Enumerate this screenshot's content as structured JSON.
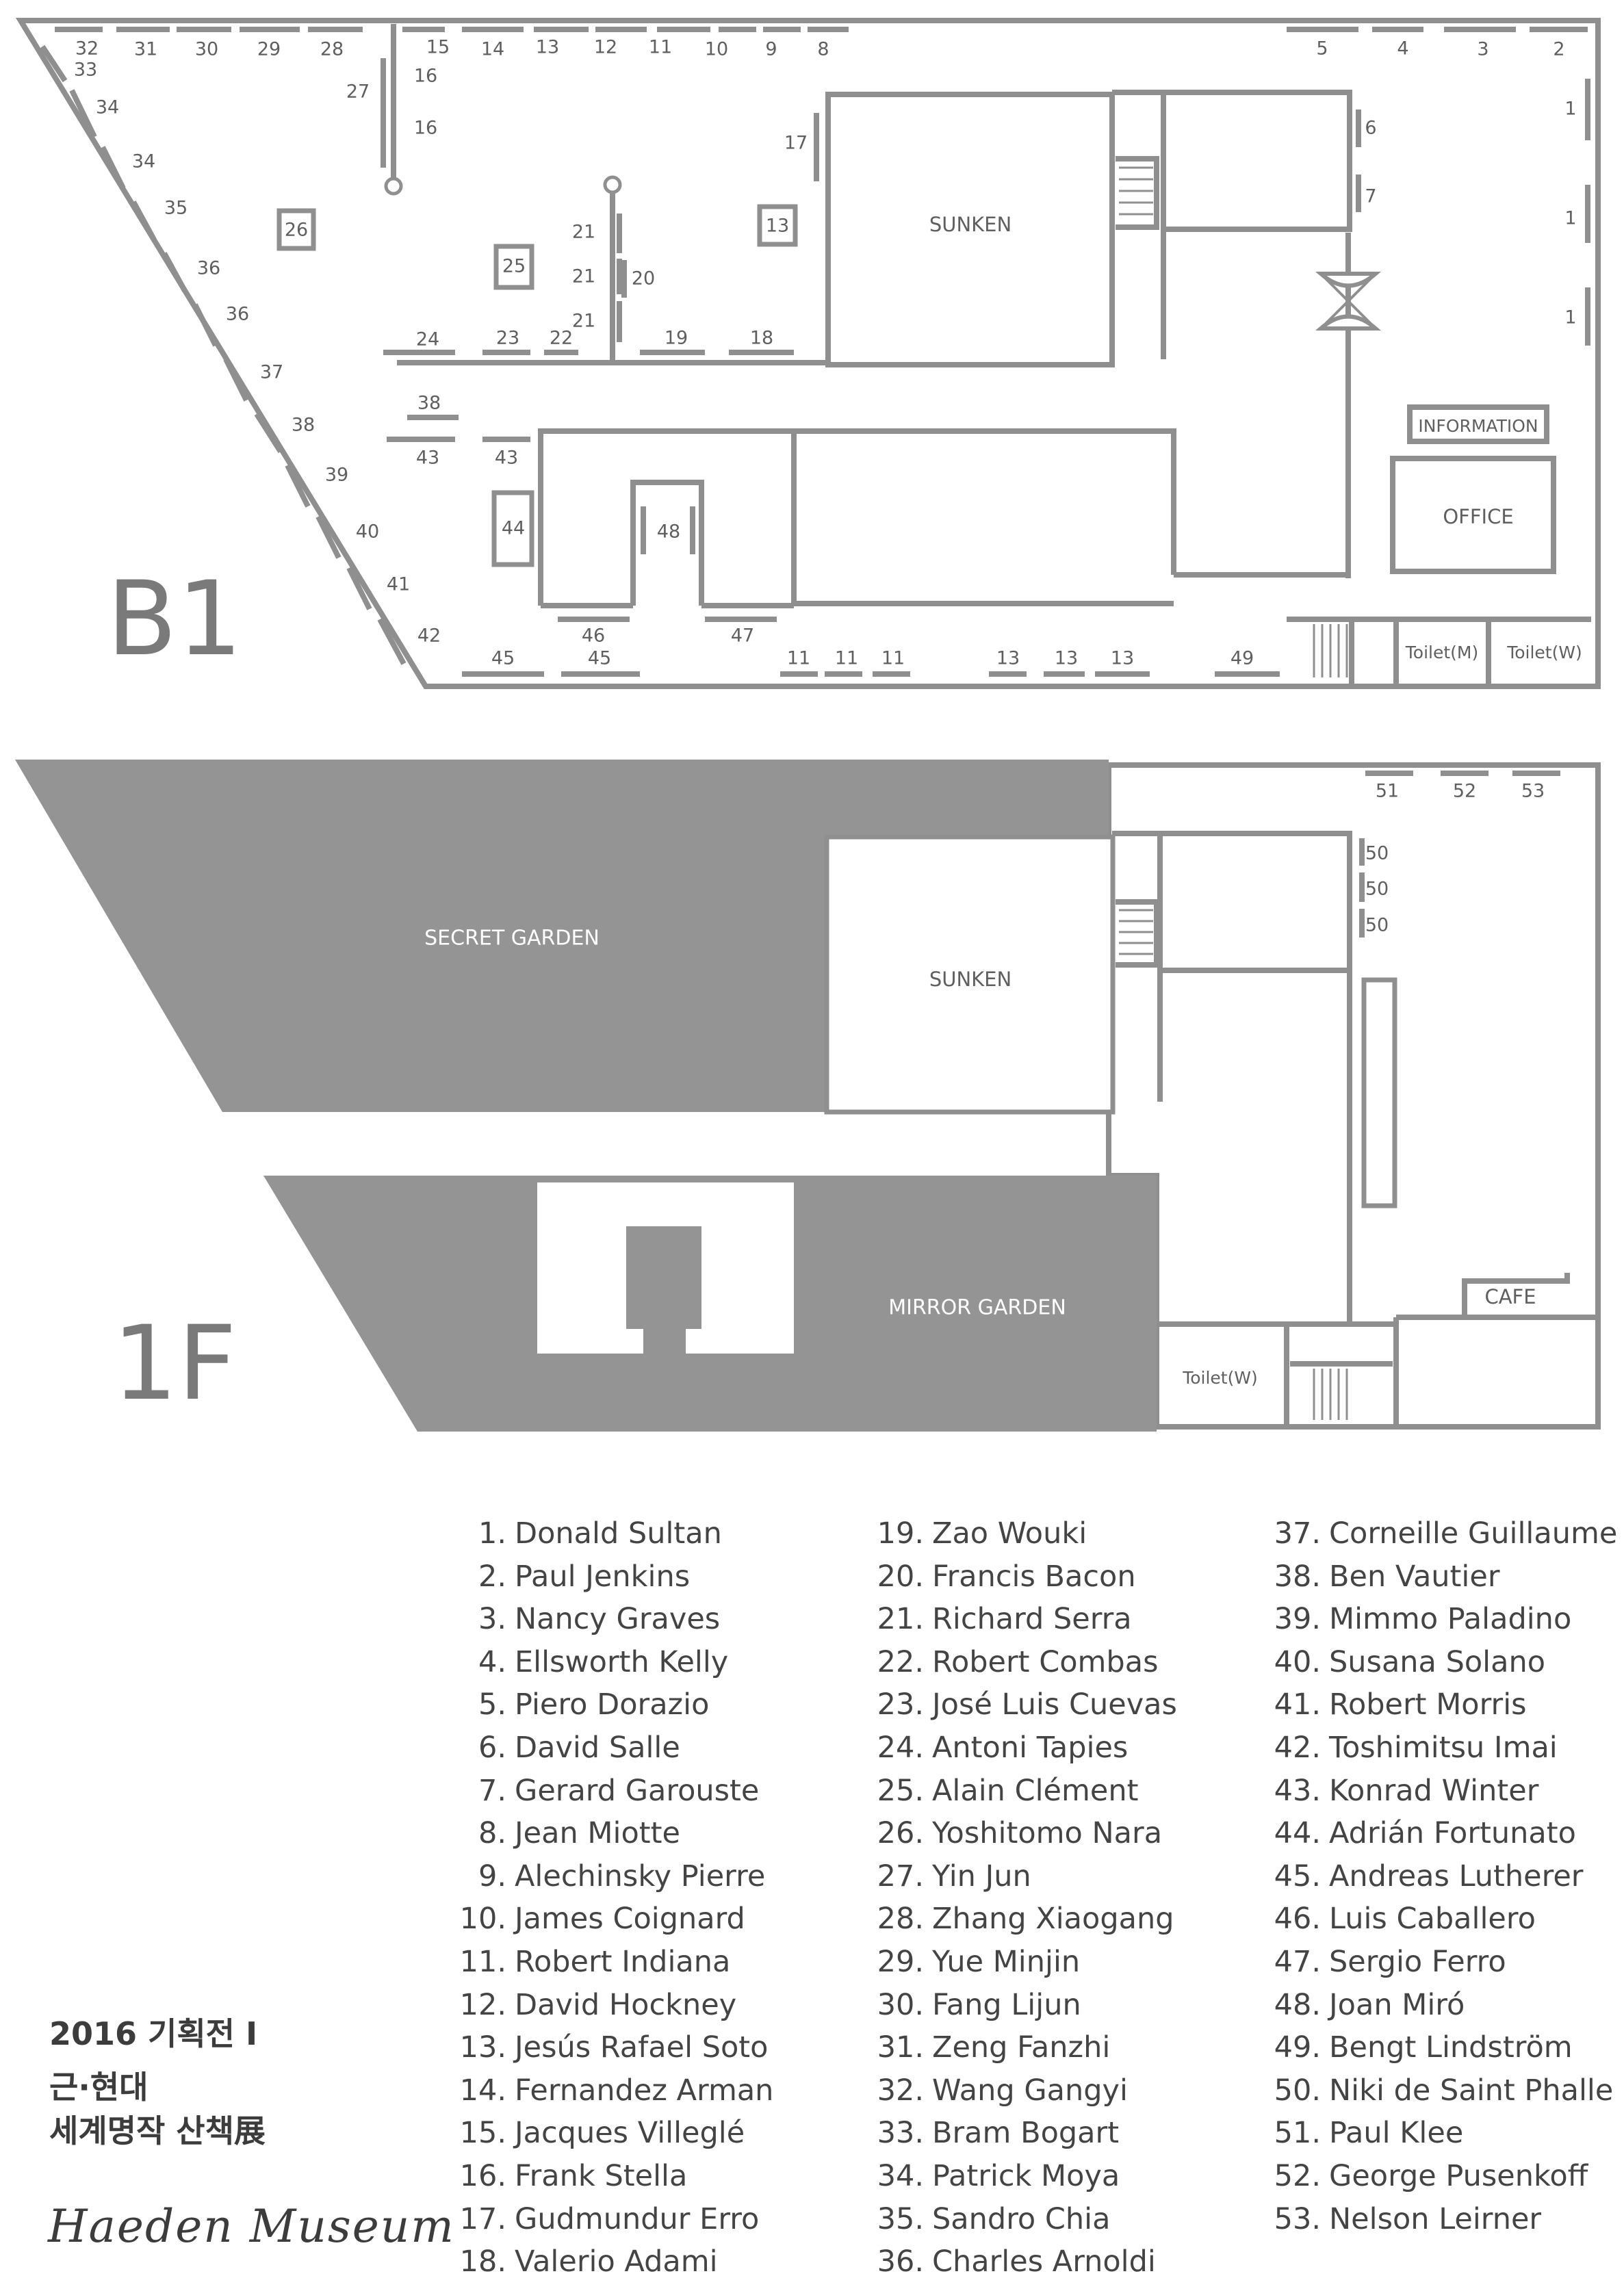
{
  "floors": {
    "b1": {
      "label": "B1",
      "rooms": {
        "sunken": "SUNKEN",
        "information": "INFORMATION",
        "office": "OFFICE",
        "toilet_m": "Toilet(M)",
        "toilet_w": "Toilet(W)"
      },
      "markers": [
        "32",
        "33",
        "31",
        "30",
        "29",
        "28",
        "27",
        "15",
        "14",
        "13",
        "12",
        "11",
        "10",
        "9",
        "8",
        "5",
        "4",
        "3",
        "2",
        "1",
        "1",
        "1",
        "16",
        "16",
        "17",
        "6",
        "7",
        "34",
        "34",
        "35",
        "36",
        "36",
        "37",
        "38",
        "39",
        "40",
        "41",
        "42",
        "26",
        "25",
        "13",
        "21",
        "21",
        "21",
        "20",
        "24",
        "23",
        "22",
        "19",
        "18",
        "38",
        "43",
        "43",
        "44",
        "48",
        "46",
        "47",
        "45",
        "45",
        "11",
        "11",
        "11",
        "13",
        "13",
        "13",
        "49"
      ]
    },
    "f1": {
      "label": "1F",
      "rooms": {
        "secret_garden": "SECRET GARDEN",
        "sunken": "SUNKEN",
        "mirror_garden": "MIRROR GARDEN",
        "cafe": "CAFE",
        "toilet_w": "Toilet(W)"
      },
      "markers": [
        "51",
        "52",
        "53",
        "50",
        "50",
        "50"
      ]
    }
  },
  "artists": [
    {
      "no": "1.",
      "name": "Donald Sultan"
    },
    {
      "no": "2.",
      "name": "Paul Jenkins"
    },
    {
      "no": "3.",
      "name": "Nancy Graves"
    },
    {
      "no": "4.",
      "name": "Ellsworth Kelly"
    },
    {
      "no": "5.",
      "name": "Piero Dorazio"
    },
    {
      "no": "6.",
      "name": "David Salle"
    },
    {
      "no": "7.",
      "name": "Gerard Garouste"
    },
    {
      "no": "8.",
      "name": "Jean Miotte"
    },
    {
      "no": "9.",
      "name": "Alechinsky Pierre"
    },
    {
      "no": "10.",
      "name": "James Coignard"
    },
    {
      "no": "11.",
      "name": "Robert Indiana"
    },
    {
      "no": "12.",
      "name": "David Hockney"
    },
    {
      "no": "13.",
      "name": "Jesús Rafael Soto"
    },
    {
      "no": "14.",
      "name": "Fernandez Arman"
    },
    {
      "no": "15.",
      "name": "Jacques Villeglé"
    },
    {
      "no": "16.",
      "name": "Frank Stella"
    },
    {
      "no": "17.",
      "name": "Gudmundur Erro"
    },
    {
      "no": "18.",
      "name": "Valerio Adami"
    },
    {
      "no": "19.",
      "name": "Zao Wouki"
    },
    {
      "no": "20.",
      "name": "Francis Bacon"
    },
    {
      "no": "21.",
      "name": "Richard Serra"
    },
    {
      "no": "22.",
      "name": "Robert Combas"
    },
    {
      "no": "23.",
      "name": "José Luis Cuevas"
    },
    {
      "no": "24.",
      "name": "Antoni Tapies"
    },
    {
      "no": "25.",
      "name": "Alain Clément"
    },
    {
      "no": "26.",
      "name": "Yoshitomo Nara"
    },
    {
      "no": "27.",
      "name": "Yin Jun"
    },
    {
      "no": "28.",
      "name": "Zhang Xiaogang"
    },
    {
      "no": "29.",
      "name": "Yue Minjin"
    },
    {
      "no": "30.",
      "name": "Fang Lijun"
    },
    {
      "no": "31.",
      "name": "Zeng Fanzhi"
    },
    {
      "no": "32.",
      "name": "Wang Gangyi"
    },
    {
      "no": "33.",
      "name": "Bram Bogart"
    },
    {
      "no": "34.",
      "name": "Patrick Moya"
    },
    {
      "no": "35.",
      "name": "Sandro Chia"
    },
    {
      "no": "36.",
      "name": "Charles Arnoldi"
    },
    {
      "no": "37.",
      "name": "Corneille Guillaume"
    },
    {
      "no": "38.",
      "name": "Ben Vautier"
    },
    {
      "no": "39.",
      "name": "Mimmo Paladino"
    },
    {
      "no": "40.",
      "name": "Susana Solano"
    },
    {
      "no": "41.",
      "name": "Robert Morris"
    },
    {
      "no": "42.",
      "name": "Toshimitsu Imai"
    },
    {
      "no": "43.",
      "name": "Konrad Winter"
    },
    {
      "no": "44.",
      "name": "Adrián Fortunato"
    },
    {
      "no": "45.",
      "name": "Andreas Lutherer"
    },
    {
      "no": "46.",
      "name": "Luis Caballero"
    },
    {
      "no": "47.",
      "name": "Sergio Ferro"
    },
    {
      "no": "48.",
      "name": "Joan Miró"
    },
    {
      "no": "49.",
      "name": "Bengt Lindström"
    },
    {
      "no": "50.",
      "name": "Niki de Saint Phalle"
    },
    {
      "no": "51.",
      "name": "Paul Klee"
    },
    {
      "no": "52.",
      "name": "George Pusenkoff"
    },
    {
      "no": "53.",
      "name": "Nelson Leirner"
    }
  ],
  "exhibition": {
    "line1": "2016 기획전 Ⅰ",
    "line2": "근·현대",
    "line3": "세계명작 산책展"
  },
  "museum": "Haeden Museum",
  "colors": {
    "wall": "#8f8f8f",
    "garden_fill": "#949494",
    "text": "#444444"
  }
}
